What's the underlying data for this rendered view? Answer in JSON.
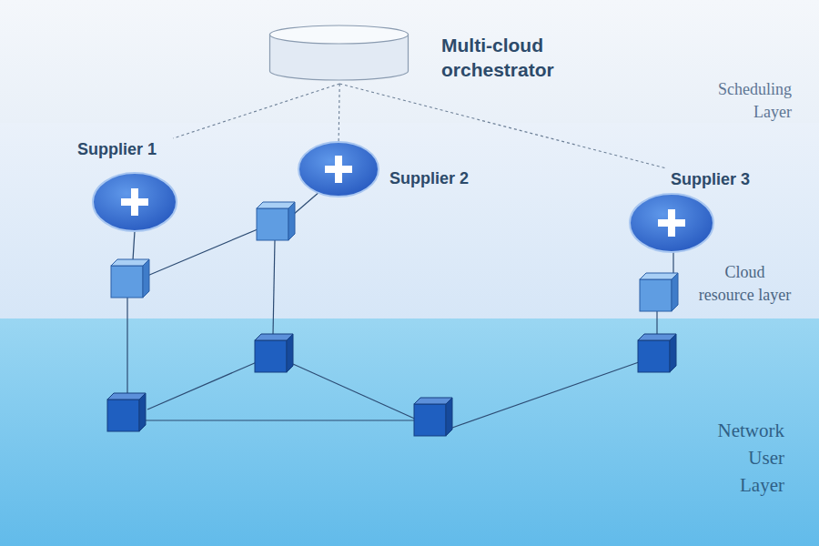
{
  "diagram": {
    "nodes": [
      {
        "text": [
          "Scheduling Layer"
        ]
      },
      {
        "text": [
          "Multi-cloud orchestrator"
        ],
        "in": 0
      },
      {
        "text": [
          "Cloud resource layer"
        ]
      },
      {
        "text": [
          "Supplier 1"
        ],
        "in": 2
      },
      {
        "text": [
          "Supplier 2"
        ],
        "in": 2
      },
      {
        "text": [
          "Supplier 3"
        ],
        "in": 2
      },
      {
        "text": [
          "Network User Layer"
        ]
      }
    ],
    "edges": [
      {
        "from": 1,
        "to": 3,
        "arrow": "none"
      },
      {
        "from": 1,
        "to": 4,
        "arrow": "none"
      },
      {
        "from": 1,
        "to": 5,
        "arrow": "none"
      }
    ]
  }
}
